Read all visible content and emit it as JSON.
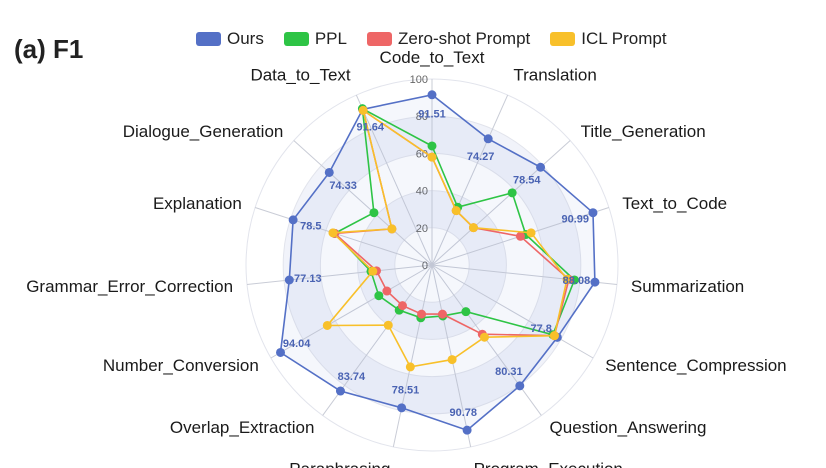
{
  "panel_label": "(a) F1",
  "colors": {
    "Ours": "#5470c6",
    "PPL": "#2ec445",
    "Zero-shot Prompt": "#ee6666",
    "ICL Prompt": "#f8c02a"
  },
  "chart_data": {
    "type": "radar",
    "title": "(a) F1",
    "r_range": [
      0,
      100
    ],
    "r_ticks": [
      0,
      20,
      40,
      60,
      80,
      100
    ],
    "legend_position": "top",
    "categories": [
      "Code_to_Text",
      "Translation",
      "Title_Generation",
      "Text_to_Code",
      "Summarization",
      "Sentence_Compression",
      "Question_Answering",
      "Program_Execution",
      "Paraphrasing",
      "Overlap_Extraction",
      "Number_Conversion",
      "Grammar_Error_Correction",
      "Explanation",
      "Dialogue_Generation",
      "Data_to_Text"
    ],
    "series": [
      {
        "name": "Ours",
        "values": [
          91.51,
          74.27,
          78.54,
          90.99,
          88.08,
          77.8,
          80.31,
          90.78,
          78.51,
          83.74,
          94.04,
          77.13,
          78.5,
          74.33,
          91.64
        ],
        "labels": [
          "91.51",
          "74.27",
          "78.54",
          "90.99",
          "88.08",
          "77.8",
          "80.31",
          "90.78",
          "78.51",
          "83.74",
          "94.04",
          "77.13",
          "78.5",
          "74.33",
          "91.64"
        ]
      },
      {
        "name": "PPL",
        "values": [
          64,
          34,
          58,
          53,
          77,
          75,
          31,
          28,
          29,
          30,
          33,
          33,
          55,
          42,
          92
        ]
      },
      {
        "name": "Zero-shot Prompt",
        "values": [
          58,
          32,
          30,
          50,
          74,
          76,
          46,
          27,
          27,
          27,
          28,
          30,
          55,
          29,
          91
        ]
      },
      {
        "name": "ICL Prompt",
        "values": [
          58,
          32,
          30,
          56,
          73,
          76,
          48,
          52,
          56,
          40,
          65,
          32,
          56,
          29,
          91
        ]
      }
    ]
  }
}
